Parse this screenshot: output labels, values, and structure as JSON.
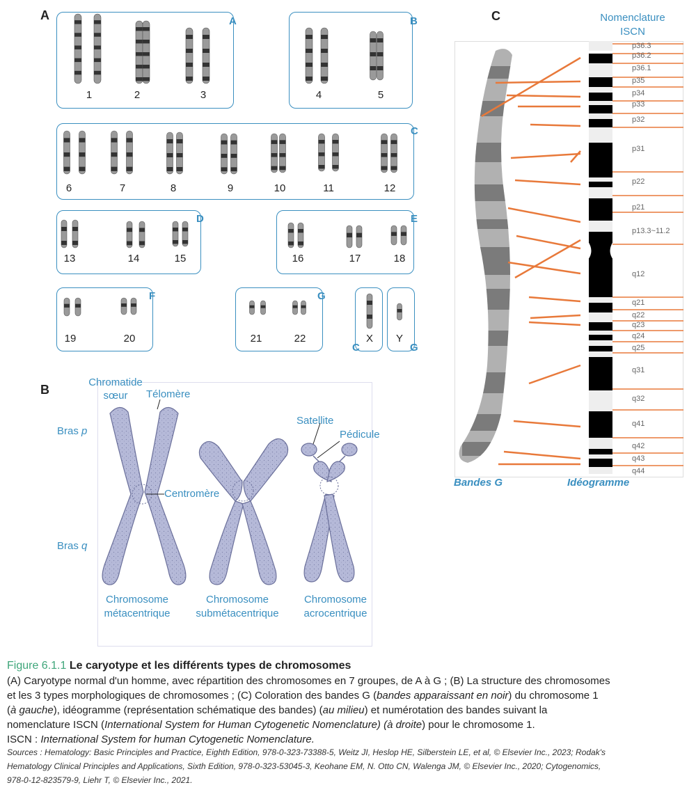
{
  "panel_a": {
    "letter": "A",
    "groups": [
      {
        "label": "A",
        "chromosomes": [
          "1",
          "2",
          "3"
        ]
      },
      {
        "label": "B",
        "chromosomes": [
          "4",
          "5"
        ]
      },
      {
        "label": "C",
        "chromosomes": [
          "6",
          "7",
          "8",
          "9",
          "10",
          "11",
          "12"
        ]
      },
      {
        "label": "D",
        "chromosomes": [
          "13",
          "14",
          "15"
        ]
      },
      {
        "label": "E",
        "chromosomes": [
          "16",
          "17",
          "18"
        ]
      },
      {
        "label": "F",
        "chromosomes": [
          "19",
          "20"
        ]
      },
      {
        "label": "G",
        "chromosomes": [
          "21",
          "22"
        ]
      },
      {
        "label": "C",
        "chromosomes": [
          "X"
        ]
      },
      {
        "label": "G",
        "chromosomes": [
          "Y"
        ]
      }
    ]
  },
  "panel_b": {
    "letter": "B",
    "labels": {
      "chromatide_line1": "Chromatide",
      "chromatide_line2": "sœur",
      "telomere": "Télomère",
      "bras_p": "Bras",
      "bras_p_italic": "p",
      "bras_q": "Bras",
      "bras_q_italic": "q",
      "centromere": "Centromère",
      "satellite": "Satellite",
      "pedicule": "Pédicule"
    },
    "types": [
      {
        "line1": "Chromosome",
        "line2": "métacentrique"
      },
      {
        "line1": "Chromosome",
        "line2": "submétacentrique"
      },
      {
        "line1": "Chromosome",
        "line2": "acrocentrique"
      }
    ],
    "colors": {
      "chromosome_fill": "#b5b9d8",
      "outline": "#6a6f9a"
    }
  },
  "panel_c": {
    "letter": "C",
    "header_line1": "Nomenclature",
    "header_line2": "ISCN",
    "band_labels": [
      "p36.3",
      "p36.2",
      "p36.1",
      "p35",
      "p34",
      "p33",
      "p32",
      "p31",
      "p22",
      "p21",
      "p13.3~11.2",
      "q12",
      "q21",
      "q22",
      "q23",
      "q24",
      "q25",
      "q31",
      "q32",
      "q41",
      "q42",
      "q43",
      "q44"
    ],
    "caption_left": "Bandes G",
    "caption_right": "Idéogramme",
    "colors": {
      "connector": "#e8793a",
      "accent": "#3a8fc0"
    }
  },
  "caption": {
    "figure_number": "Figure 6.1.1",
    "title": "Le caryotype et les différents types de chromosomes",
    "line1": "(A) Caryotype normal d'un homme, avec répartition des chromosomes en 7 groupes, de A à G ; (B) La structure des chromosomes",
    "line2": "et les 3 types morphologiques de chromosomes ; (C) Coloration des bandes G (",
    "line2_italic": "bandes apparaissant en noir",
    "line2_end": ") du chromosome 1",
    "line3_open": "(",
    "line3_italic1": "à gauche",
    "line3_mid": "), idéogramme (représentation schématique des bandes) (",
    "line3_italic2": "au milieu",
    "line3_end": ") et numérotation des bandes suivant la",
    "line4_start": "nomenclature ISCN (",
    "line4_italic": "International System for Human Cytogenetic Nomenclature) (à droite",
    "line4_end": ") pour le chromosome 1.",
    "line5_start": "ISCN : ",
    "line5_italic": "International System for human Cytogenetic Nomenclature.",
    "sources_line1": "Sources : Hematology: Basic Principles and Practice, Eighth Edition, 978-0-323-73388-5, Weitz JI, Heslop HE, Silberstein LE, et al, © Elsevier Inc., 2023; Rodak's",
    "sources_line2": "Hematology Clinical Principles and Applications, Sixth Edition, 978-0-323-53045-3, Keohane EM, N. Otto CN, Walenga JM, © Elsevier Inc., 2020; Cytogenomics,",
    "sources_line3": "978-0-12-823579-9, Liehr T, © Elsevier Inc., 2021."
  }
}
